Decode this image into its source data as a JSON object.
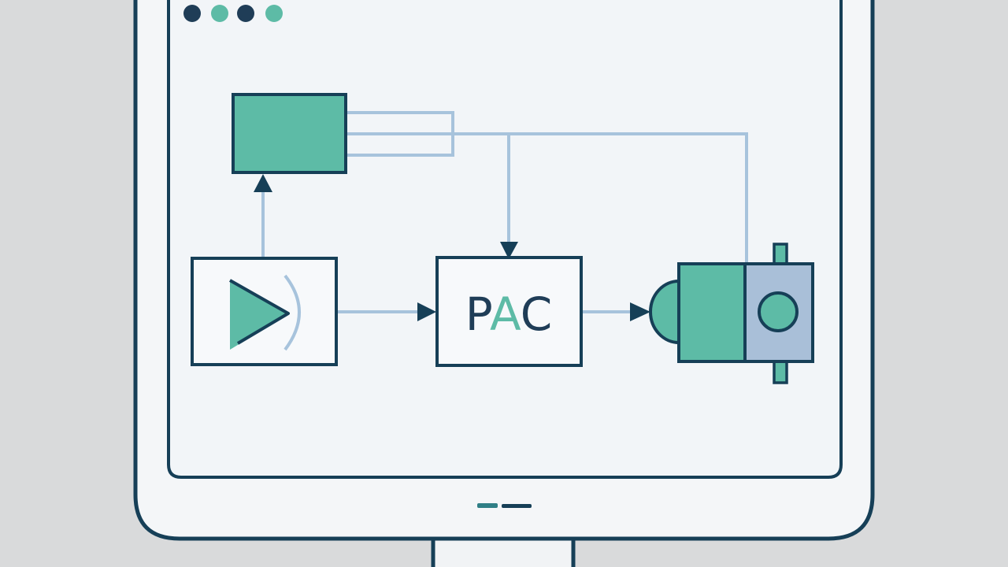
{
  "diagram": {
    "center_block": {
      "label": [
        {
          "char": "P",
          "color": "#1f3d57"
        },
        {
          "char": "A",
          "color": "#5dbba6"
        },
        {
          "char": "C",
          "color": "#1f3d57"
        }
      ]
    }
  },
  "window_dots": [
    {
      "color": "#1f3d57"
    },
    {
      "color": "#5dbba6"
    },
    {
      "color": "#1f3d57"
    },
    {
      "color": "#5dbba6"
    }
  ],
  "colors": {
    "outline": "#163f57",
    "teal": "#5dbba6",
    "light_blue": "#a7c3dc",
    "screen_bg": "#f2f5f8",
    "monitor_bezel": "#f4f6f8",
    "page_bg": "#d9dadb",
    "motor_back": "#a9bfd8"
  }
}
